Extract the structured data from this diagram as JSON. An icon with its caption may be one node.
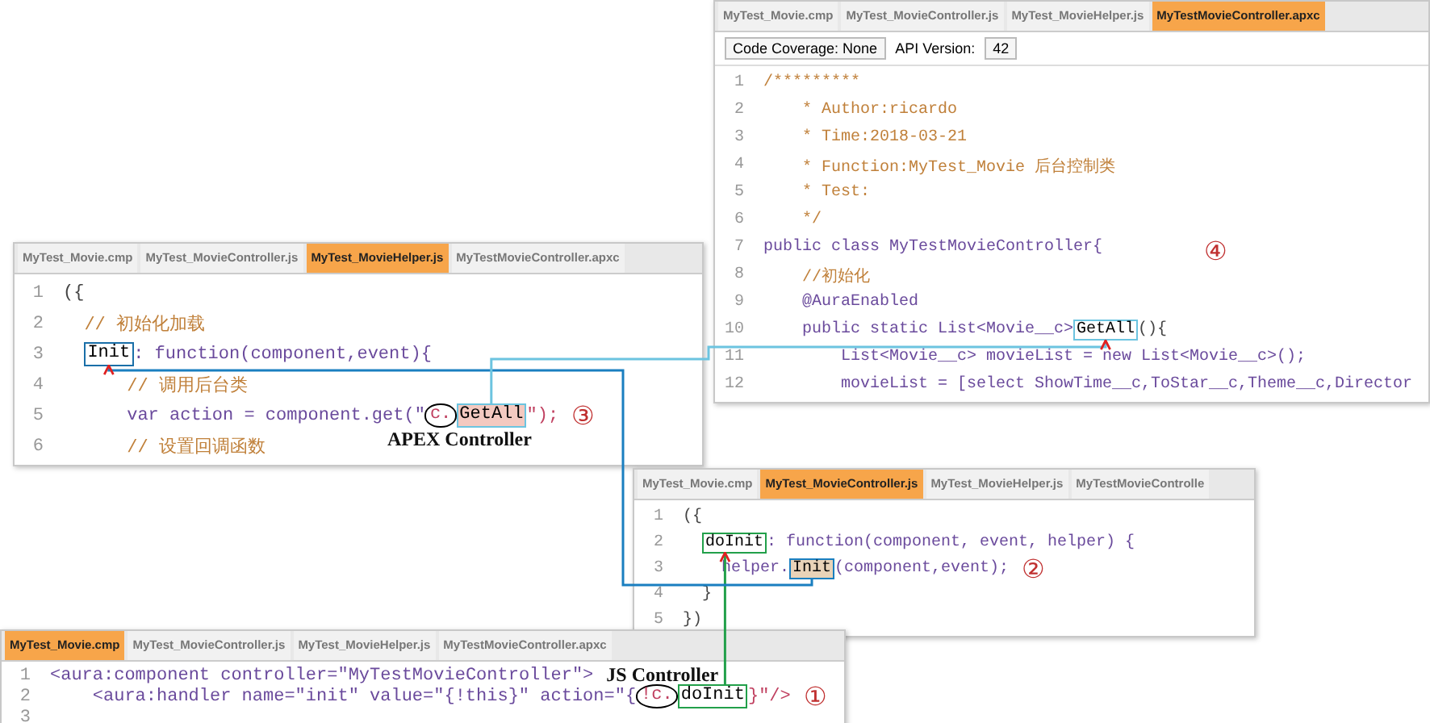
{
  "diagram": {
    "nodes": [
      {
        "text": [
          "MyTest_Movie.cmp",
          "MyTest_MovieController.js",
          "MyTest_MovieHelper.js",
          "MyTestMovieController.apxc",
          "Code Coverage: None",
          "API Version:",
          "42",
          "1",
          "/*********",
          "2",
          "* Author:ricardo",
          "3",
          "* Time:2018-03-21",
          "4",
          "* Function:MyTest_Movie 后台控制类",
          "5",
          "* Test:",
          "6",
          "*/",
          "7",
          "public class MyTestMovieController{",
          "8",
          "//初始化",
          "9",
          "@AuraEnabled",
          "10",
          "public static List<Movie__c>",
          "(){",
          "11",
          "List<Movie__c> movieList = new List<Movie__c>();",
          "12",
          "movieList = [select ShowTime__c,ToStar__c,Theme__c,Director"
        ]
      },
      {
        "text": [
          "GetAll"
        ],
        "in": 0
      },
      {
        "text": [
          "MyTest_Movie.cmp",
          "MyTest_MovieController.js",
          "MyTest_MovieHelper.js",
          "MyTestMovieController.apxc",
          "1",
          "({",
          "2",
          "// 初始化加载",
          "3",
          ": function(component,event){",
          "4",
          "// 调用后台类",
          "5",
          "var action = component.get(\"",
          "c.",
          "\");",
          "6",
          "// 设置回调函数"
        ]
      },
      {
        "text": [
          "Init"
        ],
        "in": 2
      },
      {
        "text": [
          "GetAll"
        ],
        "in": 2,
        "beside": [
          "APEX Controller"
        ]
      },
      {
        "text": [
          "MyTest_Movie.cmp",
          "MyTest_MovieController.js",
          "MyTest_MovieHelper.js",
          "MyTestMovieControlle",
          "1",
          "({",
          "2",
          ": function(component, event, helper) {",
          "3",
          "helper.",
          "(component,event);",
          "4",
          "}",
          "5",
          "})"
        ]
      },
      {
        "text": [
          "doInit"
        ],
        "in": 5
      },
      {
        "text": [
          "Init"
        ],
        "in": 5
      },
      {
        "text": [
          "MyTest_Movie.cmp",
          "MyTest_MovieController.js",
          "MyTest_MovieHelper.js",
          "MyTestMovieController.apxc",
          "1",
          "<aura:component controller=\"MyTestMovieController\">",
          "2",
          "<aura:handler name=\"init\" value=\"{!this}\" action=\"{",
          "!c.",
          "}\"/>",
          "3"
        ]
      },
      {
        "text": [
          "doInit"
        ],
        "in": 8
      }
    ],
    "edges": [
      {
        "from": 9,
        "to": 6,
        "arrow": "to",
        "color": "#22a04a"
      },
      {
        "from": 7,
        "to": 3,
        "arrow": "to",
        "color": "#1a7fc0"
      },
      {
        "from": 4,
        "to": 1,
        "arrow": "to",
        "color": "#6cc4e0"
      }
    ],
    "labels": [
      "④",
      "③",
      "②",
      "JS Controller",
      "①"
    ]
  }
}
